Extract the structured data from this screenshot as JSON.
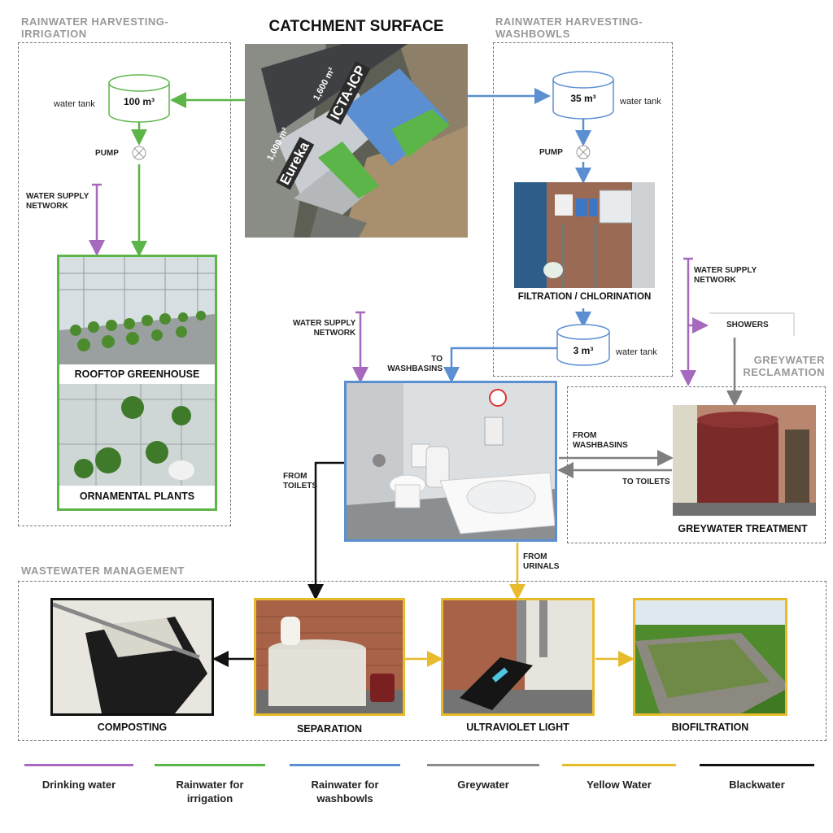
{
  "title": "CATCHMENT SURFACE",
  "sections": {
    "rh_irrigation": "RAINWATER HARVESTING-\nIRRIGATION",
    "rh_washbowls": "RAINWATER HARVESTING-\nWASHBOWLS",
    "greywater": "GREYWATER\nRECLAMATION",
    "wastewater": "WASTEWATER MANAGEMENT"
  },
  "catchment": {
    "icta_area": "1,600 m²",
    "icta_name": "ICTA-ICP",
    "eureka_area": "1,000 m²",
    "eureka_name": "Eureka"
  },
  "tanks": {
    "irrigation_volume": "100 m³",
    "washbowls_volume": "35 m³",
    "small_volume": "3 m³",
    "label": "water tank"
  },
  "labels": {
    "pump": "PUMP",
    "water_supply_network": "WATER SUPPLY\nNETWORK",
    "to_washbasins": "TO\nWASHBASINS",
    "from_toilets": "FROM\nTOILETS",
    "from_washbasins": "FROM\nWASHBASINS",
    "to_toilets": "TO TOILETS",
    "from_urinals": "FROM\nURINALS",
    "showers": "SHOWERS"
  },
  "captions": {
    "rooftop_greenhouse": "ROOFTOP GREENHOUSE",
    "ornamental_plants": "ORNAMENTAL PLANTS",
    "filtration": "FILTRATION / CHLORINATION",
    "greywater_treatment": "GREYWATER TREATMENT",
    "composting": "COMPOSTING",
    "separation": "SEPARATION",
    "ultraviolet": "ULTRAVIOLET LIGHT",
    "biofiltration": "BIOFILTRATION"
  },
  "colors": {
    "drinking": "#a569bd",
    "rain_irrigation": "#5cb548",
    "rain_washbowls": "#5b8fd1",
    "greywater": "#7f7f7f",
    "yellow": "#e8bb2c",
    "black": "#111111"
  },
  "legend": [
    {
      "label": "Drinking water",
      "color": "#a569bd"
    },
    {
      "label": "Rainwater for\nirrigation",
      "color": "#5cb548"
    },
    {
      "label": "Rainwater for\nwashbowls",
      "color": "#5b8fd1"
    },
    {
      "label": "Greywater",
      "color": "#8c8c8c"
    },
    {
      "label": "Yellow Water",
      "color": "#e8bb2c"
    },
    {
      "label": "Blackwater",
      "color": "#111111"
    }
  ]
}
